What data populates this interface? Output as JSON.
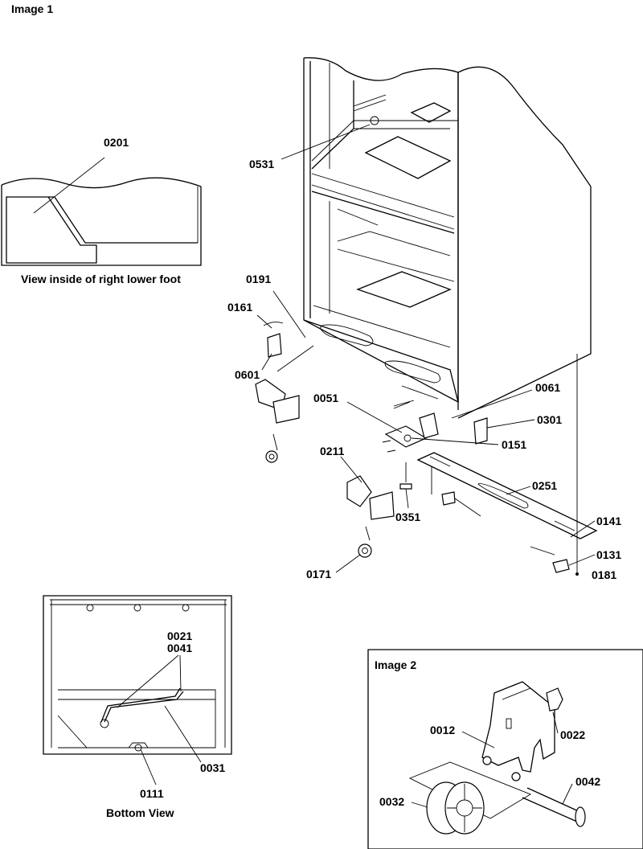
{
  "titles": {
    "image1": "Image 1",
    "image2": "Image 2"
  },
  "captions": {
    "foot_view": "View inside of right lower foot",
    "bottom_view": "Bottom View"
  },
  "callouts": [
    {
      "id": "0201"
    },
    {
      "id": "0531"
    },
    {
      "id": "0191"
    },
    {
      "id": "0161"
    },
    {
      "id": "0601"
    },
    {
      "id": "0061"
    },
    {
      "id": "0051"
    },
    {
      "id": "0301"
    },
    {
      "id": "0151"
    },
    {
      "id": "0211"
    },
    {
      "id": "0251"
    },
    {
      "id": "0351"
    },
    {
      "id": "0141"
    },
    {
      "id": "0131"
    },
    {
      "id": "0171"
    },
    {
      "id": "0181"
    },
    {
      "id": "0021"
    },
    {
      "id": "0041"
    },
    {
      "id": "0031"
    },
    {
      "id": "0111"
    },
    {
      "id": "0012"
    },
    {
      "id": "0022"
    },
    {
      "id": "0032"
    },
    {
      "id": "0042"
    }
  ]
}
